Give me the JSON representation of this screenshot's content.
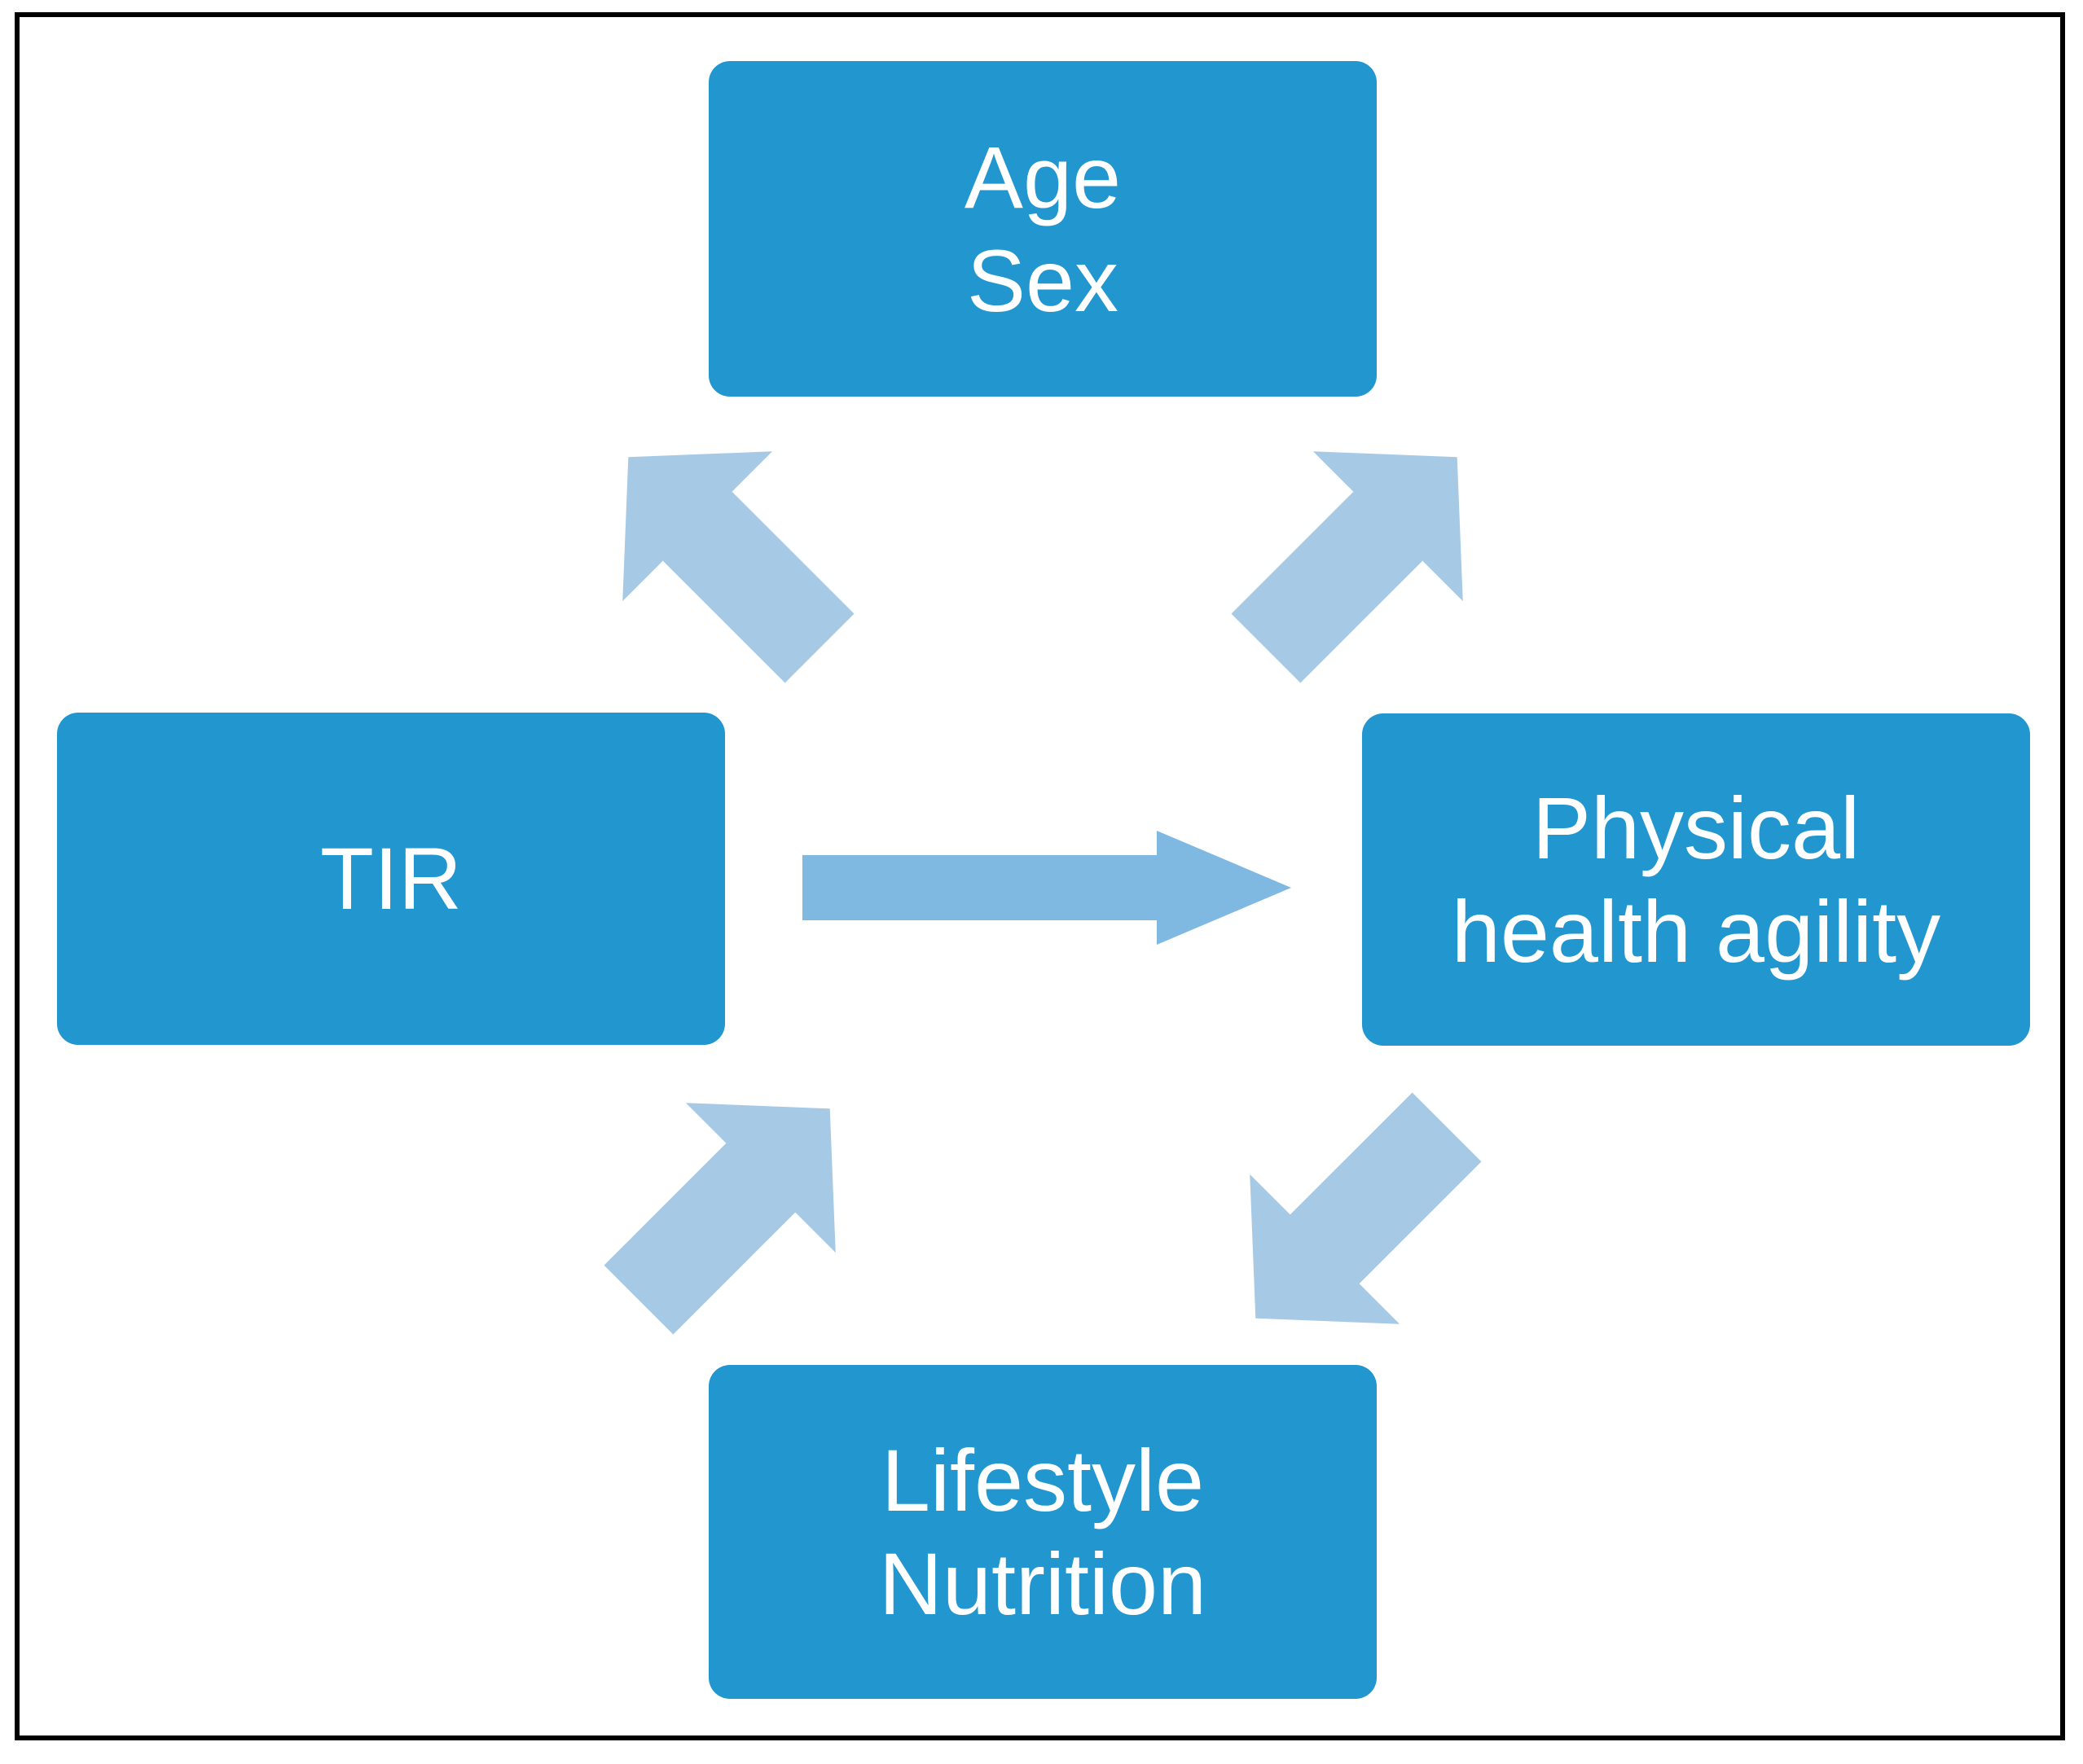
{
  "figure": {
    "background_color": "#FFFFFF",
    "frame_color": "#000000",
    "node_color": "#2196CF",
    "node_text_color": "#FFFFFF",
    "arrow_color": "#A6C9E6"
  },
  "nodes": {
    "age_sex": {
      "line1": "Age",
      "line2": "Sex"
    },
    "tir": {
      "line1": "TIR"
    },
    "physical": {
      "line1": "Physical",
      "line2": "health agility"
    },
    "lifestyle": {
      "line1": "Lifestyle",
      "line2": "Nutrition"
    }
  },
  "arrows": [
    {
      "name": "age-sex-to-tir",
      "from": "Age Sex",
      "to": "TIR",
      "direction": "down-left"
    },
    {
      "name": "age-sex-to-physical",
      "from": "Age Sex",
      "to": "Physical health agility",
      "direction": "down-right"
    },
    {
      "name": "tir-to-physical",
      "from": "TIR",
      "to": "Physical health agility",
      "direction": "right"
    },
    {
      "name": "tir-to-lifestyle",
      "from": "TIR",
      "to": "Lifestyle Nutrition",
      "direction": "down-right"
    },
    {
      "name": "lifestyle-to-physical",
      "from": "Lifestyle Nutrition",
      "to": "Physical health agility",
      "direction": "up-right"
    }
  ]
}
